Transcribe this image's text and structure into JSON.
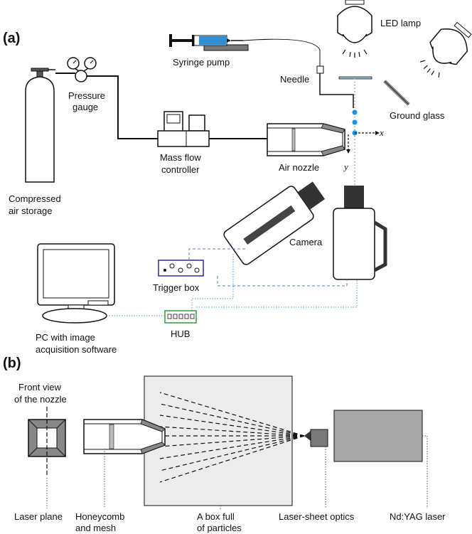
{
  "panel_a": {
    "tag": "(a)",
    "labels": {
      "led_lamp": "LED lamp",
      "syringe_pump": "Syringe pump",
      "needle": "Needle",
      "pressure_gauge_1": "Pressure",
      "pressure_gauge_2": "gauge",
      "ground_glass": "Ground glass",
      "axis_x": "x",
      "axis_y": "y",
      "mass_flow_1": "Mass flow",
      "mass_flow_2": "controller",
      "air_nozzle": "Air nozzle",
      "compressed_1": "Compressed",
      "compressed_2": "air storage",
      "camera": "Camera",
      "trigger_box": "Trigger box",
      "hub": "HUB",
      "pc_1": "PC with image",
      "pc_2": "acquisition software"
    }
  },
  "panel_b": {
    "tag": "(b)",
    "labels": {
      "front_view_1": "Front view",
      "front_view_2": "of the nozzle",
      "laser_plane": "Laser plane",
      "honeycomb_1": "Honeycomb",
      "honeycomb_2": "and mesh",
      "box_1": "A box full",
      "box_2": "of particles",
      "optics": "Laser-sheet optics",
      "laser": "Nd:YAG laser"
    }
  },
  "colors": {
    "line": "#111111",
    "nozzle_dot": "#1e90d6",
    "trigger_line": "#5b7fc0",
    "hub_line": "#3aa0d0",
    "trigger_box_border": "#2b2b8c",
    "hub_border": "#2e9a3e",
    "particle_box": "#ececec",
    "laser_body": "#a8a8a8",
    "optics": "#7a7a7a",
    "syringe_blue": "#2f8fd8"
  }
}
